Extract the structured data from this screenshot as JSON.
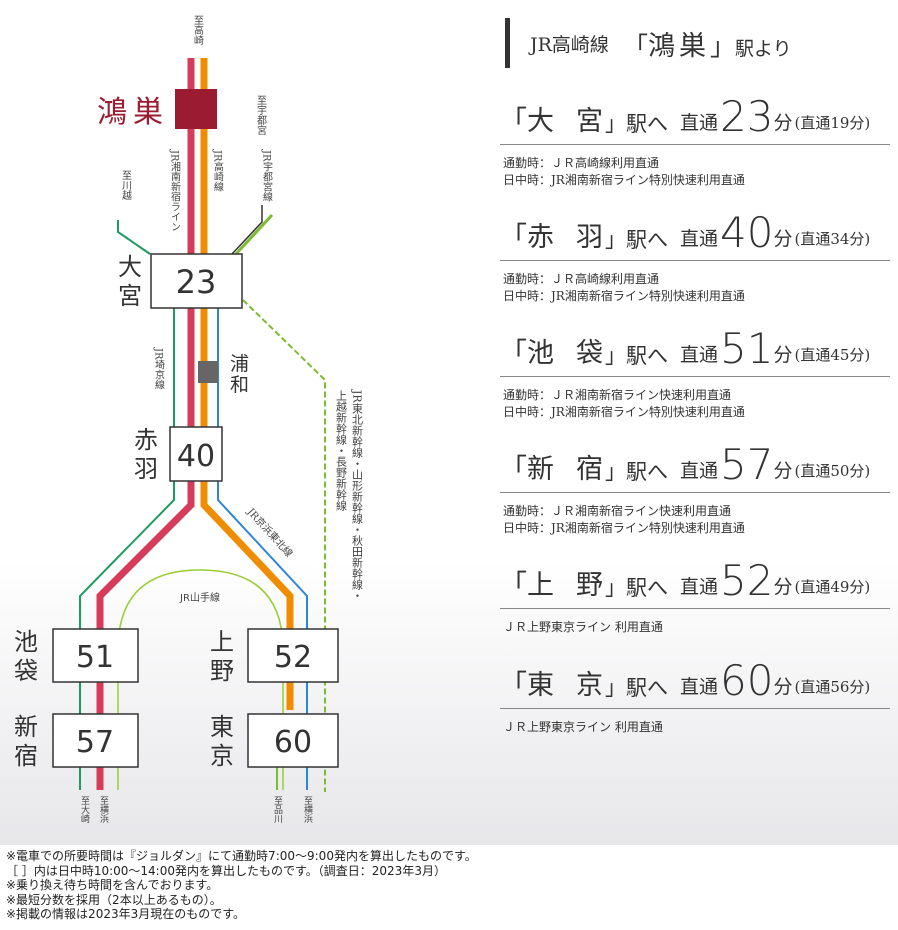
{
  "origin": {
    "name": "鴻巣",
    "color": "#9b1b30"
  },
  "colors": {
    "takasaki": "#f08c00",
    "shonan": "#d63c5a",
    "keihin": "#2d86d6",
    "saikyo": "#1e9b61",
    "utsunomiya": "#7dbb2f",
    "shinkansen": "#7dbb2f",
    "yamanote": "#9acd32"
  },
  "map": {
    "top_labels": {
      "takasaki": "至高崎",
      "utsunomiya": "至宇都宮",
      "kawagoe": "至川越"
    },
    "bottom_labels": {
      "omiya_dest": "至大崎",
      "yokohama1": "至横浜",
      "shinagawa": "至品川",
      "yokohama2": "至横浜"
    },
    "line_labels": {
      "shonan": "JR湘南新宿ライン",
      "takasaki": "JR高崎線",
      "utsunomiya": "JR宇都宮線",
      "saikyo": "JR埼京線",
      "shinkansen1": "JR東北新幹線・山形新幹線・秋田新幹線・",
      "shinkansen2": "上越新幹線・長野新幹線",
      "keihin": "JR京浜東北線",
      "yamanote": "JR山手線"
    },
    "stations": {
      "omiya": {
        "name": "大宮",
        "minutes": "23"
      },
      "urawa": {
        "name": "浦和"
      },
      "akabane": {
        "name": "赤羽",
        "minutes": "40"
      },
      "ikebukuro": {
        "name": "池袋",
        "minutes": "51"
      },
      "shinjuku": {
        "name": "新宿",
        "minutes": "57"
      },
      "ueno": {
        "name": "上野",
        "minutes": "52"
      },
      "tokyo": {
        "name": "東京",
        "minutes": "60"
      }
    }
  },
  "panel": {
    "line_name": "JR高崎線",
    "bracket_open": "「",
    "station": "鴻巣",
    "bracket_close": "」",
    "suffix": "駅より",
    "destinations": [
      {
        "name": "大宮",
        "eki": "」駅へ",
        "direct_label": "直通",
        "minutes": "23",
        "fun": "分",
        "alt": "(直通19分)",
        "notes": [
          "通勤時：ＪＲ高崎線利用直通",
          "日中時：JR湘南新宿ライン特別快速利用直通"
        ]
      },
      {
        "name": "赤羽",
        "eki": "」駅へ",
        "direct_label": "直通",
        "minutes": "40",
        "fun": "分",
        "alt": "(直通34分)",
        "notes": [
          "通勤時：ＪＲ高崎線利用直通",
          "日中時：JR湘南新宿ライン特別快速利用直通"
        ]
      },
      {
        "name": "池袋",
        "eki": "」駅へ",
        "direct_label": "直通",
        "minutes": "51",
        "fun": "分",
        "alt": "(直通45分)",
        "notes": [
          "通勤時：ＪＲ湘南新宿ライン快速利用直通",
          "日中時：JR湘南新宿ライン特別快速利用直通"
        ]
      },
      {
        "name": "新宿",
        "eki": "」駅へ",
        "direct_label": "直通",
        "minutes": "57",
        "fun": "分",
        "alt": "(直通50分)",
        "notes": [
          "通勤時：ＪＲ湘南新宿ライン快速利用直通",
          "日中時：JR湘南新宿ライン特別快速利用直通"
        ]
      },
      {
        "name": "上野",
        "eki": "」駅へ",
        "direct_label": "直通",
        "minutes": "52",
        "fun": "分",
        "alt": "(直通49分)",
        "notes": [
          "ＪＲ上野東京ライン 利用直通"
        ]
      },
      {
        "name": "東京",
        "eki": "」駅へ",
        "direct_label": "直通",
        "minutes": "60",
        "fun": "分",
        "alt": "(直通56分)",
        "notes": [
          "ＪＲ上野東京ライン 利用直通"
        ]
      }
    ]
  },
  "footnotes": [
    "※電車での所要時間は『ジョルダン』にて通勤時7:00～9:00発内を算出したものです。",
    "［ ］内は日中時10:00～14:00発内を算出したものです。（調査日：2023年3月）",
    "※乗り換え待ち時間を含んでおります。",
    "※最短分数を採用（2本以上あるもの）。",
    "※掲載の情報は2023年3月現在のものです。"
  ]
}
